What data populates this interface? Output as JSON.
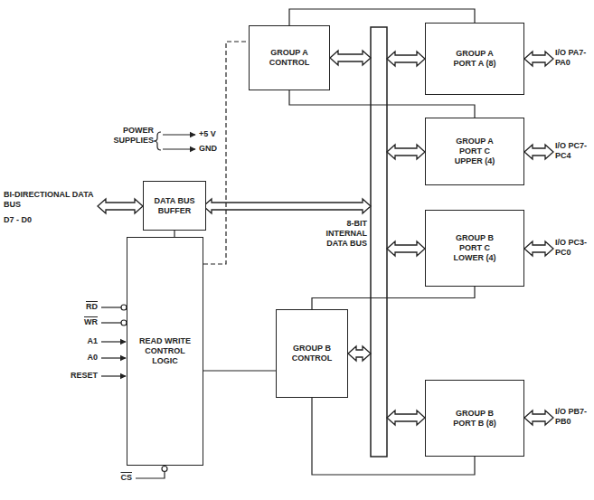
{
  "diagram": {
    "nodes": [
      {
        "text": [
          "GROUP A CONTROL"
        ]
      },
      {
        "text": [
          "GROUP A PORT A (8)"
        ]
      },
      {
        "text": [
          "GROUP A PORT C UPPER (4)"
        ]
      },
      {
        "text": [
          "DATA BUS BUFFER"
        ]
      },
      {
        "text": [
          "GROUP B PORT C LOWER (4)"
        ]
      },
      {
        "text": [
          "READ WRITE CONTROL LOGIC"
        ]
      },
      {
        "text": [
          "GROUP B CONTROL"
        ]
      },
      {
        "text": [
          "GROUP B PORT B (8)"
        ]
      }
    ],
    "edges": [
      {
        "from": 0,
        "to": 1,
        "arrow": "none"
      },
      {
        "from": 0,
        "to": 2,
        "arrow": "none"
      },
      {
        "from": 5,
        "to": 3,
        "arrow": "none"
      },
      {
        "from": 5,
        "to": 0,
        "arrow": "none"
      },
      {
        "from": 5,
        "to": 6,
        "arrow": "none"
      },
      {
        "from": 6,
        "to": 4,
        "arrow": "none"
      },
      {
        "from": 6,
        "to": 7,
        "arrow": "none"
      }
    ],
    "labels": [
      "POWER SUPPLIES",
      "+5 V",
      "GND",
      "BI-DIRECTIONAL DATA BUS",
      "D7 - D0",
      "RD",
      "WR",
      "A1",
      "A0",
      "RESET",
      "CS",
      "8-BIT INTERNAL DATA BUS",
      "I/O PA7-PA0",
      "I/O PC7-PC4",
      "I/O PC3-PC0",
      "I/O PB7-PB0"
    ]
  }
}
